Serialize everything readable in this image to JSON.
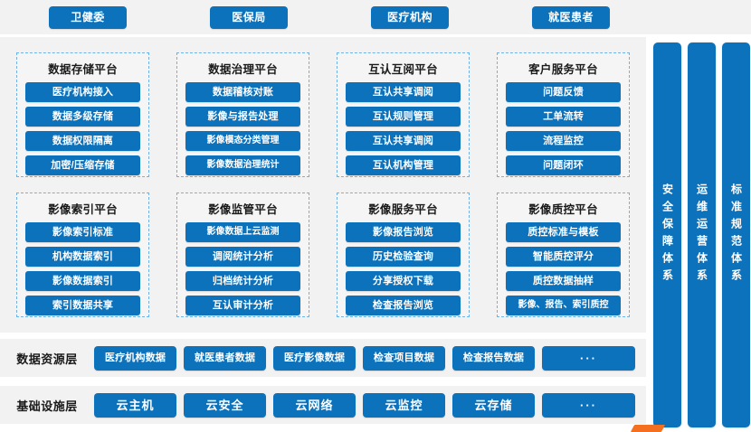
{
  "top_band": {
    "stakeholders": [
      {
        "label": "卫健委"
      },
      {
        "label": "医保局"
      },
      {
        "label": "医疗机构"
      },
      {
        "label": "就医患者"
      }
    ]
  },
  "platforms": [
    {
      "title": "数据存储平台",
      "items": [
        "医疗机构接入",
        "数据多级存储",
        "数据权限隔离",
        "加密/压缩存储"
      ]
    },
    {
      "title": "数据治理平台",
      "items": [
        "数据稽核对账",
        "影像与报告处理",
        "影像模态分类管理",
        "影像数据治理统计"
      ]
    },
    {
      "title": "互认互阅平台",
      "items": [
        "互认共享调阅",
        "互认规则管理",
        "互认共享调阅",
        "互认机构管理"
      ]
    },
    {
      "title": "客户服务平台",
      "items": [
        "问题反馈",
        "工单流转",
        "流程监控",
        "问题闭环"
      ]
    },
    {
      "title": "影像索引平台",
      "items": [
        "影像索引标准",
        "机构数据索引",
        "影像数据索引",
        "索引数据共享"
      ]
    },
    {
      "title": "影像监管平台",
      "items": [
        "影像数据上云监测",
        "调阅统计分析",
        "归档统计分析",
        "互认审计分析"
      ]
    },
    {
      "title": "影像服务平台",
      "items": [
        "影像报告浏览",
        "历史检验查询",
        "分享授权下载",
        "检查报告浏览"
      ]
    },
    {
      "title": "影像质控平台",
      "items": [
        "质控标准与模板",
        "智能质控评分",
        "质控数据抽样",
        "影像、报告、索引质控"
      ]
    }
  ],
  "vertical_systems": [
    {
      "label": "安全保障体系"
    },
    {
      "label": "运维运营体系"
    },
    {
      "label": "标准规范体系"
    }
  ],
  "layers": [
    {
      "label": "数据资源层",
      "items": [
        "医疗机构数据",
        "就医患者数据",
        "医疗影像数据",
        "检查项目数据",
        "检查报告数据",
        "···"
      ]
    },
    {
      "label": "基础设施层",
      "items": [
        "云主机",
        "云安全",
        "云网络",
        "云监控",
        "云存储",
        "···"
      ]
    }
  ],
  "colors": {
    "brand_blue": "#0d72bc",
    "panel_border": "#6fb3e6",
    "band_bg": "#f2f2f2",
    "panel_bg": "#f5f5f5",
    "accent_orange": "#f4701f"
  }
}
